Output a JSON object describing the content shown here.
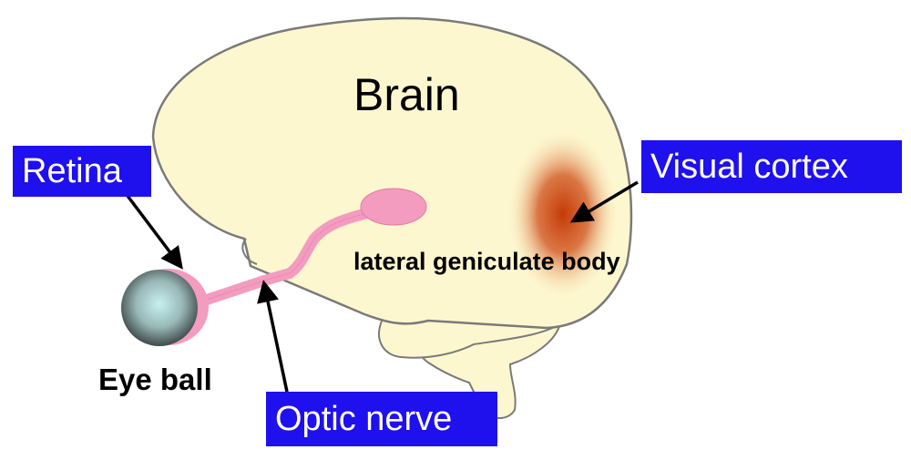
{
  "title": "Brain",
  "labels": {
    "retina": "Retina",
    "visual_cortex": "Visual cortex",
    "optic_nerve": "Optic nerve",
    "lgb": "lateral geniculate body",
    "eye_ball": "Eye ball"
  },
  "colors": {
    "brain_fill": "#fdf7cf",
    "brain_stroke": "#7a7a7a",
    "label_box": "#1f10ee",
    "nerve": "#f49cc0",
    "cortex": "#c53a06",
    "eye": "#aac8c8"
  }
}
